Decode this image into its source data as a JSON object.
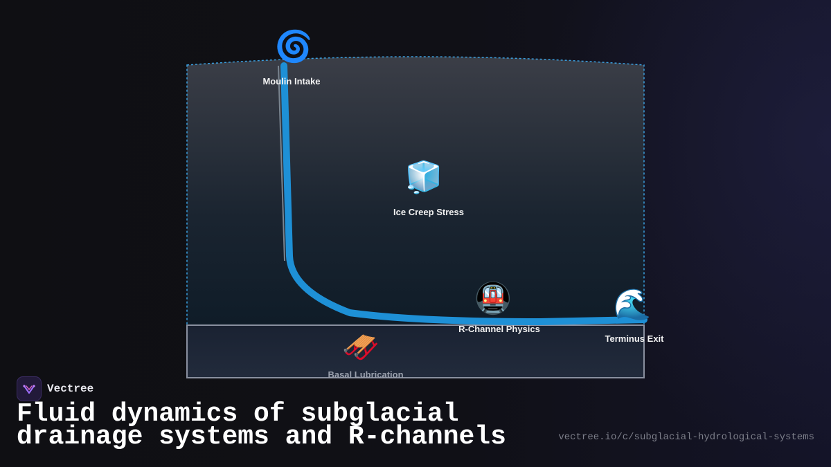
{
  "diagram": {
    "nodes": {
      "moulin": {
        "label": "Moulin Intake",
        "icon": "🌀",
        "icon_name": "cyclone-icon"
      },
      "creep": {
        "label": "Ice Creep Stress",
        "icon": "🧊",
        "icon_name": "ice-cube-icon"
      },
      "rchannel": {
        "label": "R-Channel Physics",
        "icon": "🚇",
        "icon_name": "metro-icon"
      },
      "terminus": {
        "label": "Terminus Exit",
        "icon": "🌊",
        "icon_name": "wave-icon"
      },
      "basal": {
        "label": "Basal Lubrication",
        "icon": "🛷",
        "icon_name": "sled-icon"
      }
    },
    "colors": {
      "channel": "#1e90d6",
      "glacier_border": "#3aa0e0",
      "bed_border": "#8a90a0"
    }
  },
  "brand": {
    "name": "Vectree"
  },
  "title": "Fluid dynamics of subglacial drainage systems and R-channels",
  "url": "vectree.io/c/subglacial-hydrological-systems"
}
